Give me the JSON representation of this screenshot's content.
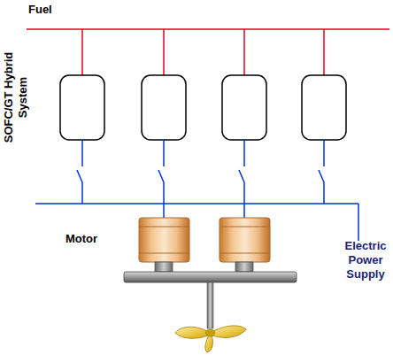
{
  "diagram": {
    "labels": [
      "Fuel",
      "SOFC/GT Hybrid System",
      "Motor",
      "Electric Power Supply"
    ]
  }
}
